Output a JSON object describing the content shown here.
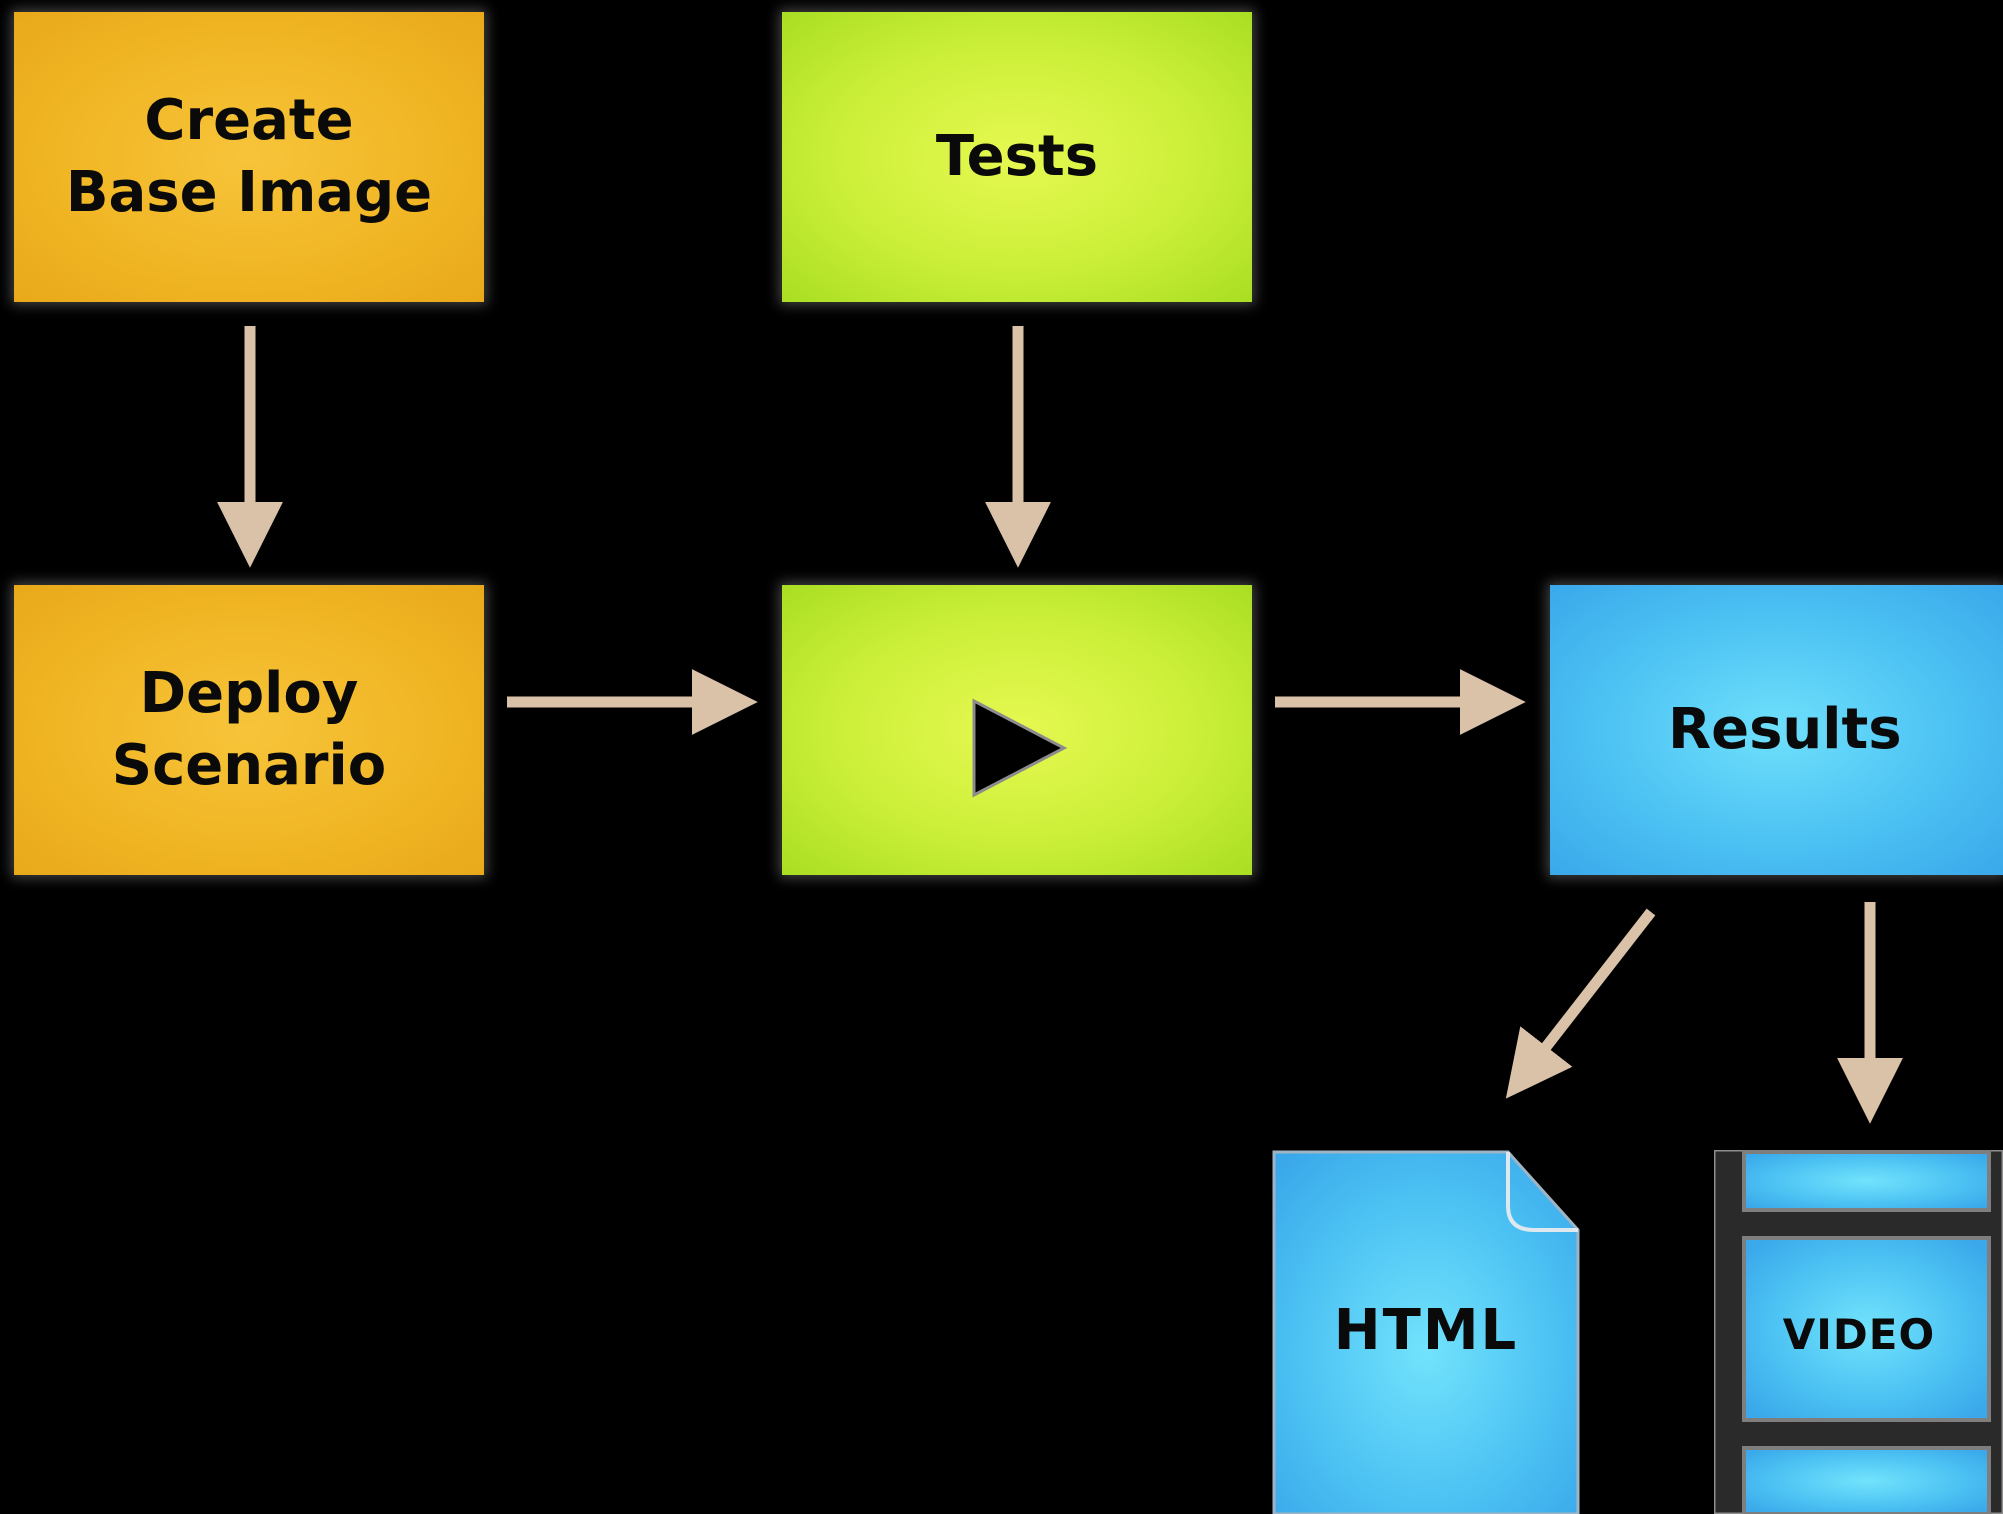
{
  "nodes": {
    "create_base_image": "Create\nBase Image",
    "tests": "Tests",
    "deploy_scenario": "Deploy\nScenario",
    "results": "Results",
    "html_output": "HTML",
    "video_output": "VIDEO"
  },
  "icons": {
    "run": "play-icon",
    "html_output": "document-icon",
    "video_output": "film-strip-icon"
  },
  "colors": {
    "background": "#000000",
    "setup_boxes": "#f0b523",
    "execution_boxes": "#cbef38",
    "output_boxes": "#4cc2f3",
    "arrows": "#d9c2a8"
  }
}
